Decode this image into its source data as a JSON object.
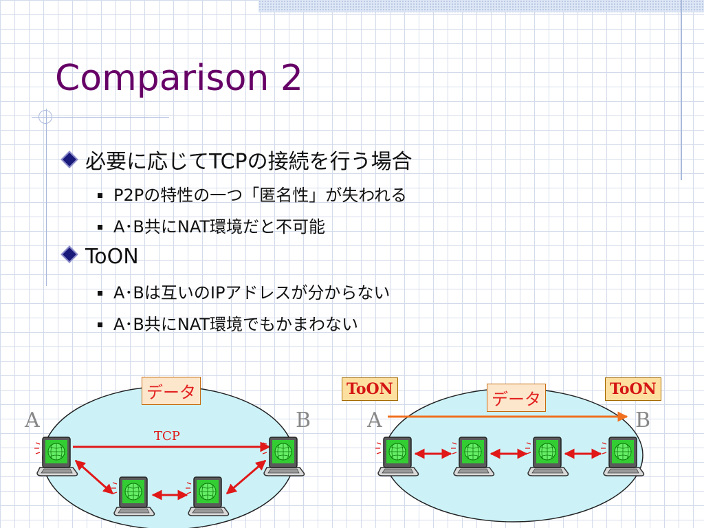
{
  "slide": {
    "title": "Comparison 2",
    "bullets": [
      {
        "text": "必要に応じてTCPの接続を行う場合",
        "sub": [
          "P2Pの特性の一つ「匿名性」が失われる",
          "A･B共にNAT環境だと不可能"
        ]
      },
      {
        "text": "ToON",
        "sub": [
          "A･Bは互いのIPアドレスが分からない",
          "A･B共にNAT環境でもかまわない"
        ]
      }
    ]
  },
  "diagram_left": {
    "data_label": "データ",
    "node_a": "A",
    "node_b": "B",
    "link_label": "TCP"
  },
  "diagram_right": {
    "toon_left": "ToON",
    "toon_right": "ToON",
    "data_label": "データ",
    "node_a": "A",
    "node_b": "B"
  },
  "colors": {
    "title": "#660066",
    "ellipse_fill": "#ccf2f8",
    "link_red": "#e01818",
    "arrow_orange": "#f07020",
    "screen_green": "#33cc33"
  },
  "icons": [
    "laptop-icon",
    "diamond-bullet-icon",
    "square-bullet-icon"
  ]
}
